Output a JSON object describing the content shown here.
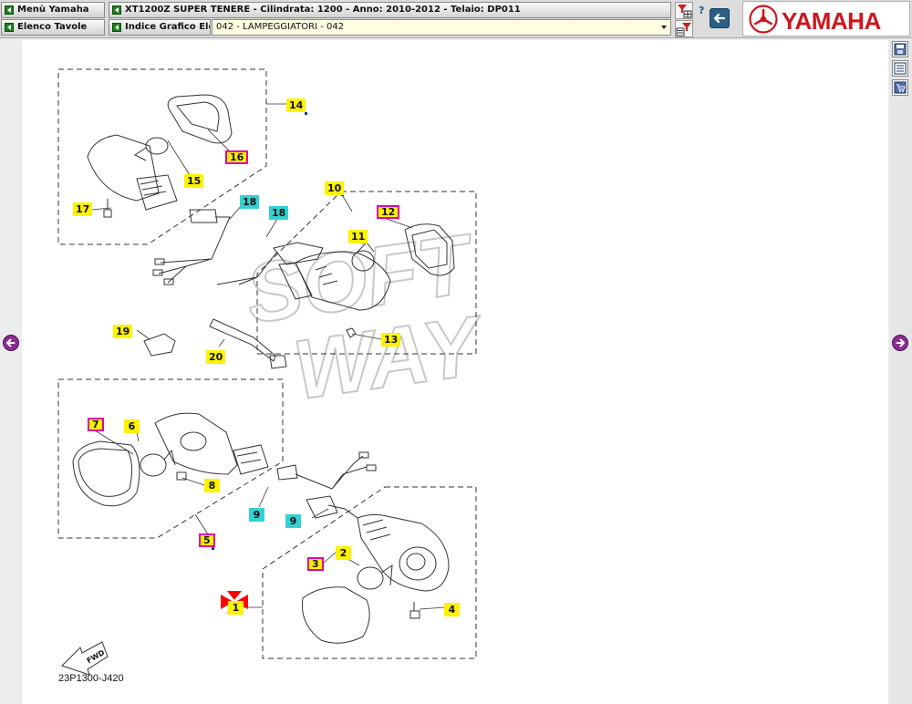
{
  "nav": {
    "menu_yamaha": "Menù Yamaha",
    "elenco_tavole": "Elenco Tavole",
    "indice_grafico": "Indice Grafico Elettrico"
  },
  "vehicle_info": "XT1200Z SUPER TENERE - Cilindrata: 1200 - Anno: 2010-2012 - Telaio: DP011",
  "table_select": {
    "value": "042 - LAMPEGGIATORI - 042"
  },
  "help_label": "?",
  "brand": {
    "name": "YAMAHA",
    "color": "#d0141d"
  },
  "diagram": {
    "watermark": [
      "SOFT",
      "WAY"
    ],
    "reference_code": "23P1300-J420",
    "fwd_label": "FWD",
    "parts": {
      "p1": "1",
      "p2": "2",
      "p3": "3",
      "p4": "4",
      "p5": "5",
      "p6": "6",
      "p7": "7",
      "p8": "8",
      "p9a": "9",
      "p9b": "9",
      "p10": "10",
      "p11": "11",
      "p12": "12",
      "p13": "13",
      "p14": "14",
      "p15": "15",
      "p16": "16",
      "p17": "17",
      "p18a": "18",
      "p18b": "18",
      "p19": "19",
      "p20": "20"
    }
  },
  "colors": {
    "label_yellow": "#fff200",
    "label_cyan": "#33d1d1",
    "label_border_magenta": "#e000a8",
    "nav_arrow": "#8a2d91",
    "selected_marker": "#ff0000"
  }
}
